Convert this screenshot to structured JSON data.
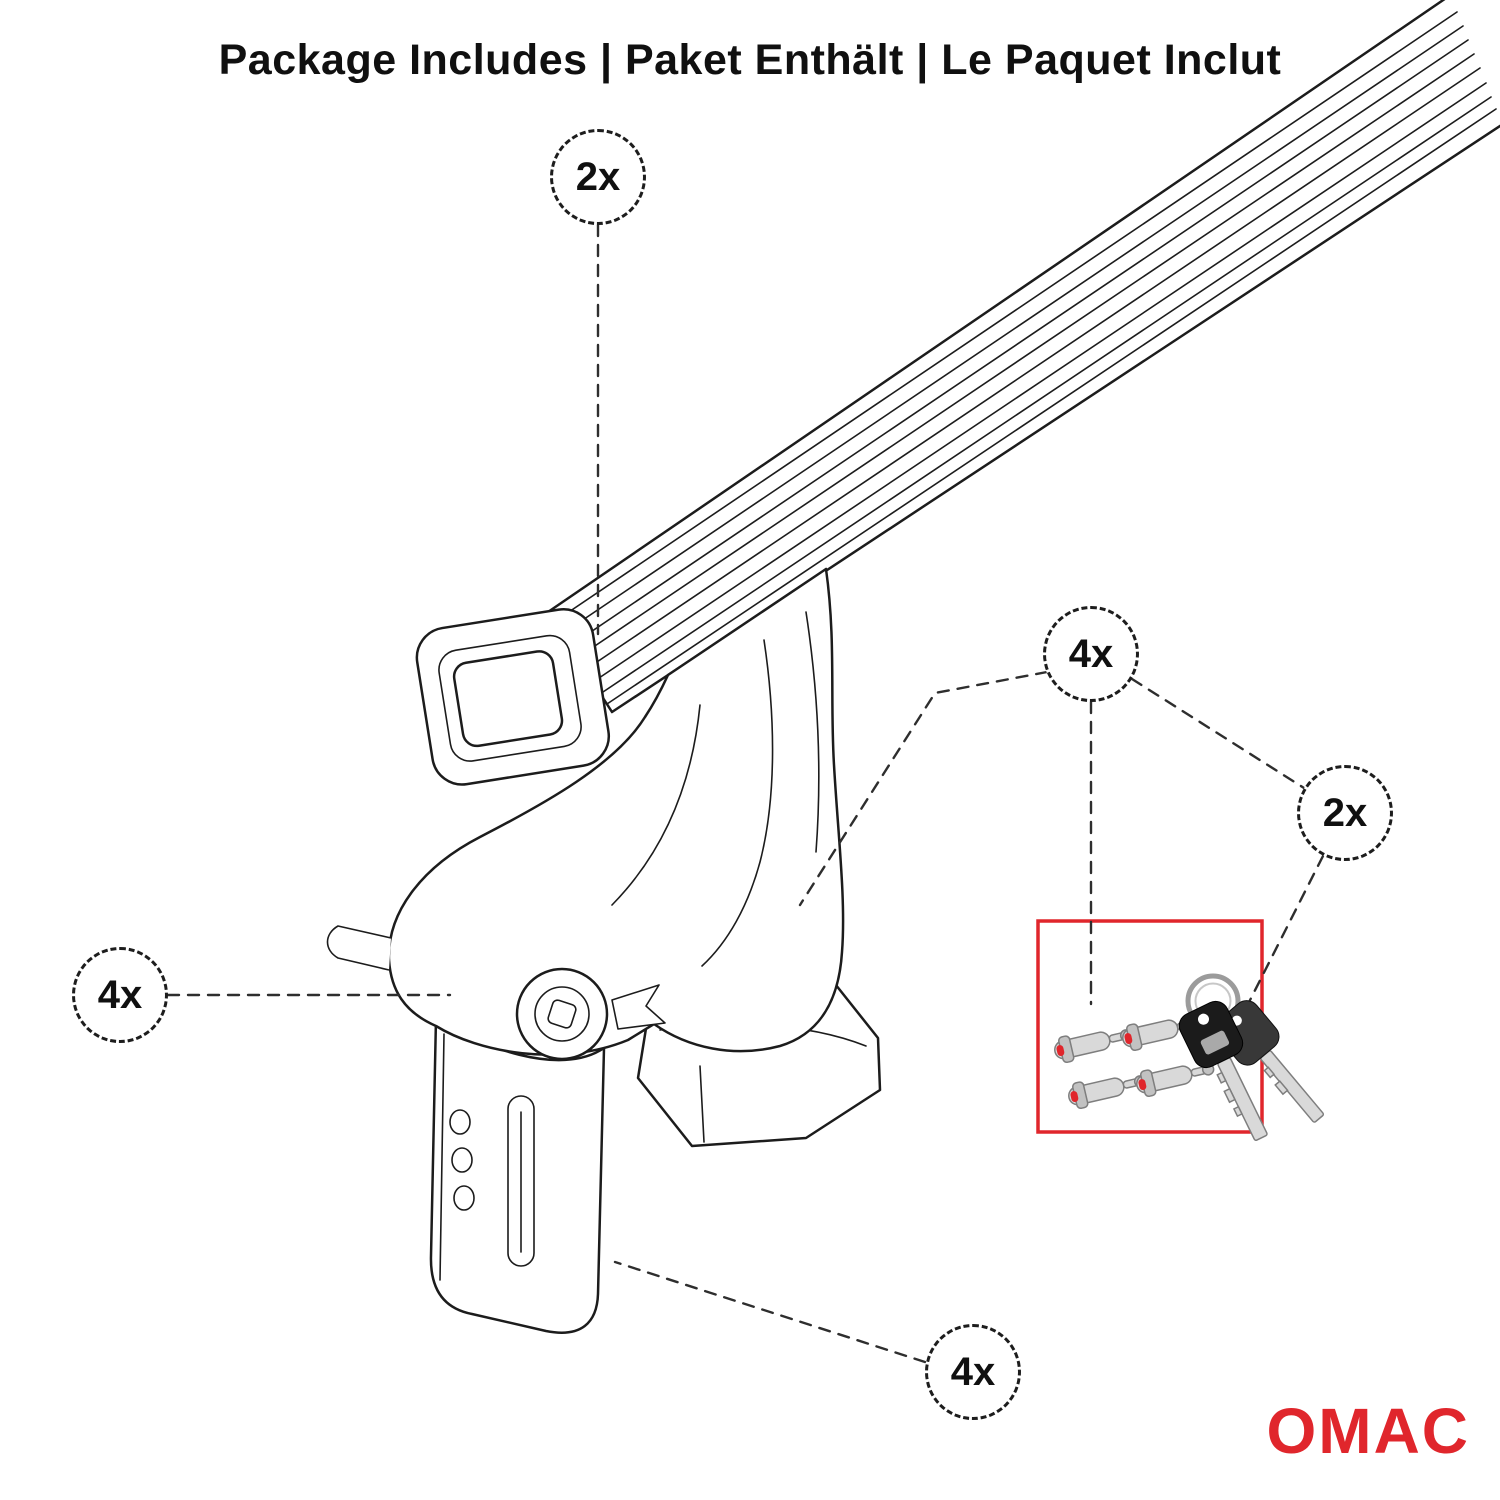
{
  "page": {
    "title": "Package Includes | Paket Enthält | Le Paquet Inclut"
  },
  "callouts": {
    "crossbar": {
      "label": "2x"
    },
    "lock_cylinders": {
      "label": "4x"
    },
    "keys": {
      "label": "2x"
    },
    "mounting_foot": {
      "label": "4x"
    },
    "clamp": {
      "label": "4x"
    }
  },
  "hardware": {
    "lock_cylinders_icon": "lock-cylinder-set-icon",
    "keys_icon": "key-pair-icon"
  },
  "logo": {
    "text": "OMAC"
  },
  "colors": {
    "accent_red": "#e0262c",
    "line": "#1c1c1c",
    "dash": "#2e2e2e",
    "metal": "#d9d9d9"
  }
}
